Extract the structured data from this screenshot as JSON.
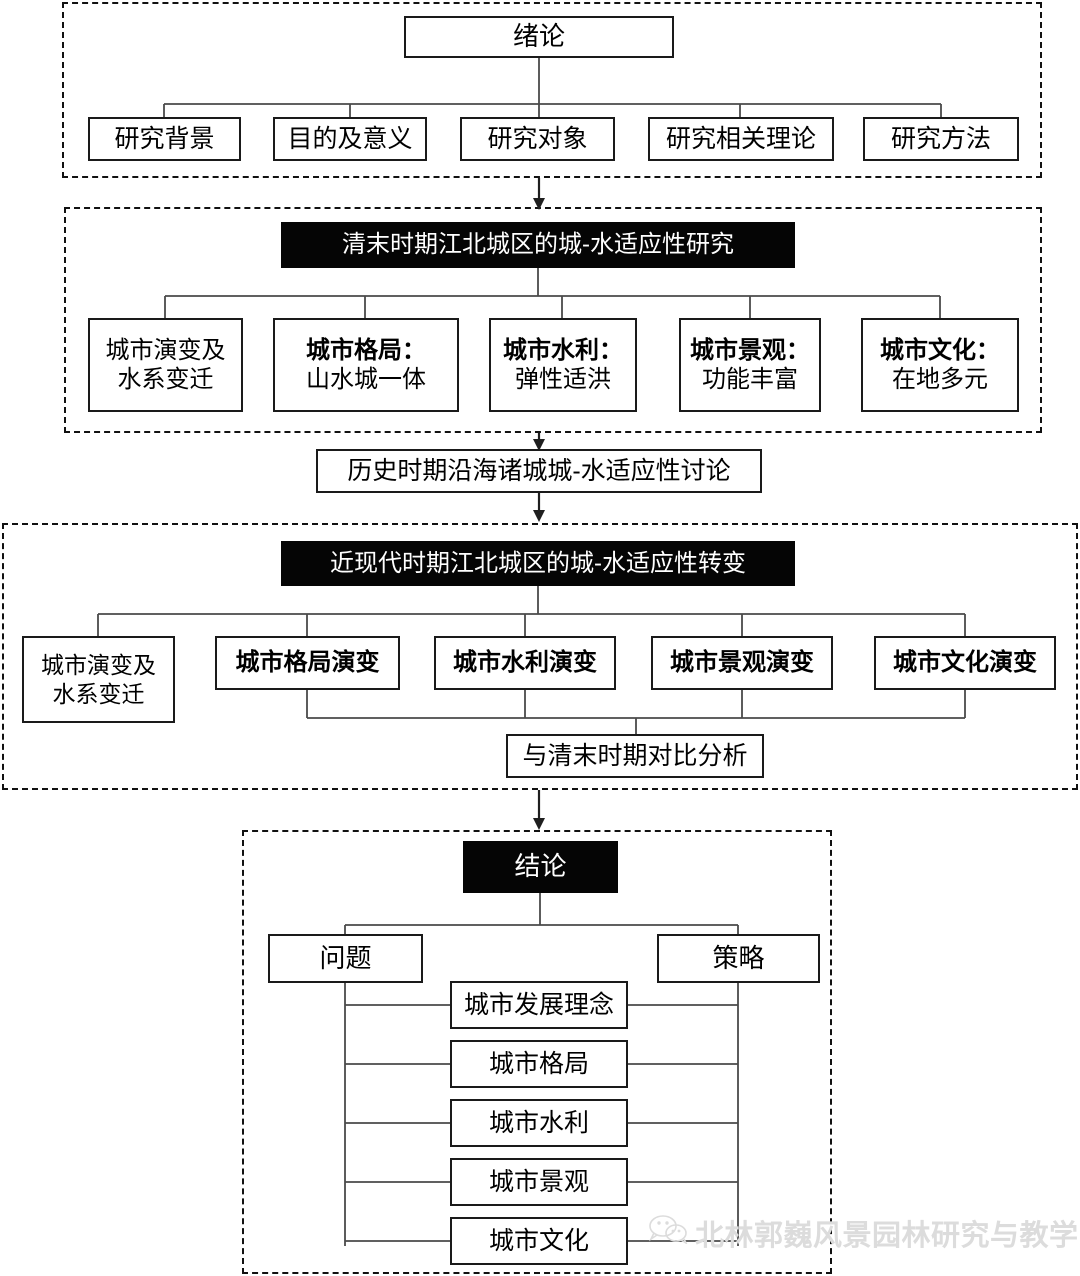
{
  "diagram": {
    "title": "Research framework flowchart",
    "accent_black": "#050505",
    "line_color": "#4a4a4a",
    "groups": [
      {
        "id": "group-introduction",
        "root": "绪论",
        "children": [
          "研究背景",
          "目的及意义",
          "研究对象",
          "研究相关理论",
          "研究方法"
        ]
      },
      {
        "id": "group-late-qing",
        "root": "清末时期江北城区的城-水适应性研究",
        "children": [
          {
            "line1": "城市演变及",
            "line2": "水系变迁",
            "bold_first": false
          },
          {
            "line1": "城市格局：",
            "line2": "山水城一体",
            "bold_first": true
          },
          {
            "line1": "城市水利：",
            "line2": "弹性适洪",
            "bold_first": true
          },
          {
            "line1": "城市景观：",
            "line2": "功能丰富",
            "bold_first": true
          },
          {
            "line1": "城市文化：",
            "line2": "在地多元",
            "bold_first": true
          }
        ]
      },
      {
        "id": "group-modern",
        "root": "近现代时期江北城区的城-水适应性转变",
        "children": [
          {
            "line1": "城市演变及",
            "line2": "水系变迁",
            "bold_first": false
          },
          {
            "line1": "城市格局演变",
            "line2": "",
            "bold_first": true
          },
          {
            "line1": "城市水利演变",
            "line2": "",
            "bold_first": true
          },
          {
            "line1": "城市景观演变",
            "line2": "",
            "bold_first": true
          },
          {
            "line1": "城市文化演变",
            "line2": "",
            "bold_first": true
          }
        ],
        "summary": "与清末时期对比分析"
      },
      {
        "id": "group-conclusion",
        "root": "结论",
        "left_branch": "问题",
        "right_branch": "策略",
        "topics": [
          "城市发展理念",
          "城市格局",
          "城市水利",
          "城市景观",
          "城市文化"
        ]
      }
    ],
    "bridge": "历史时期沿海诸城城-水适应性讨论"
  },
  "s1": {
    "root": "绪论",
    "c0": "研究背景",
    "c1": "目的及意义",
    "c2": "研究对象",
    "c3": "研究相关理论",
    "c4": "研究方法"
  },
  "s2": {
    "root": "清末时期江北城区的城-水适应性研究",
    "c0a": "城市演变及",
    "c0b": "水系变迁",
    "c1a": "城市格局：",
    "c1b": "山水城一体",
    "c2a": "城市水利：",
    "c2b": "弹性适洪",
    "c3a": "城市景观：",
    "c3b": "功能丰富",
    "c4a": "城市文化：",
    "c4b": "在地多元"
  },
  "bridge": {
    "label": "历史时期沿海诸城城-水适应性讨论"
  },
  "s3": {
    "root": "近现代时期江北城区的城-水适应性转变",
    "c0a": "城市演变及",
    "c0b": "水系变迁",
    "c1": "城市格局演变",
    "c2": "城市水利演变",
    "c3": "城市景观演变",
    "c4": "城市文化演变",
    "summary": "与清末时期对比分析"
  },
  "s4": {
    "root": "结论",
    "left": "问题",
    "right": "策略",
    "t0": "城市发展理念",
    "t1": "城市格局",
    "t2": "城市水利",
    "t3": "城市景观",
    "t4": "城市文化"
  },
  "watermark": {
    "text": "北林郭巍风景园林研究与教学",
    "icon": "wechat-icon"
  }
}
